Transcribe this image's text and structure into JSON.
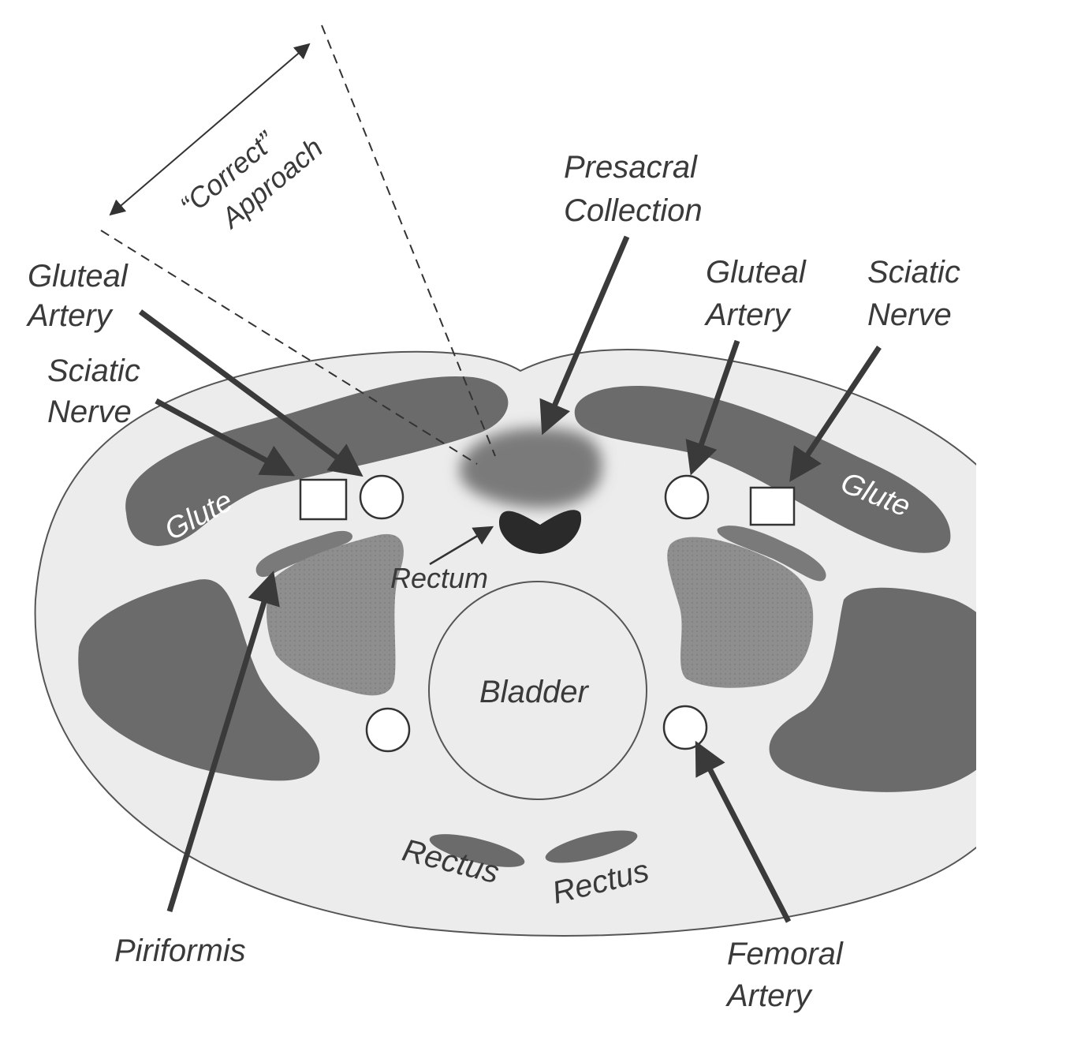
{
  "labels": {
    "correct_line1": "“Correct”",
    "correct_line2": "Approach",
    "presacral_line1": "Presacral",
    "presacral_line2": "Collection",
    "gluteal_left_line1": "Gluteal",
    "gluteal_left_line2": "Artery",
    "sciatic_left_line1": "Sciatic",
    "sciatic_left_line2": "Nerve",
    "gluteal_right_line1": "Gluteal",
    "gluteal_right_line2": "Artery",
    "sciatic_right_line1": "Sciatic",
    "sciatic_right_line2": "Nerve",
    "glute_left": "Glute",
    "glute_right": "Glute",
    "rectum": "Rectum",
    "bladder": "Bladder",
    "rectus_left": "Rectus",
    "rectus_right": "Rectus",
    "piriformis": "Piriformis",
    "femoral_line1": "Femoral",
    "femoral_line2": "Artery"
  },
  "colors": {
    "body_fill": "#ececec",
    "muscle_dark": "#6b6b6b",
    "muscle_mid": "#8e8e8e",
    "collection": "#7a7a7a",
    "rectum": "#2a2a2a",
    "arrow": "#3a3a3a",
    "outline": "#555555"
  }
}
